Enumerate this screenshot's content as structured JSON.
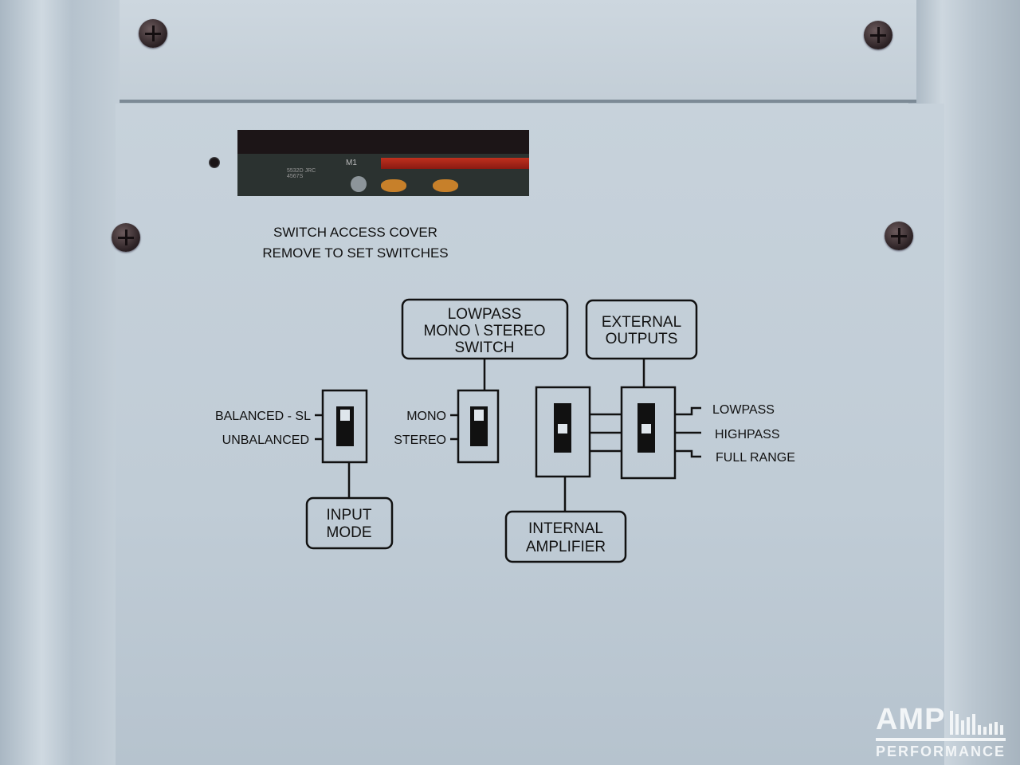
{
  "cover": {
    "line1": "SWITCH ACCESS COVER",
    "line2": "REMOVE TO SET SWITCHES",
    "pcb_labels": [
      "M1",
      "5532D JRC 4567S"
    ]
  },
  "diagram": {
    "lowpass_box": [
      "LOWPASS",
      "MONO \\ STEREO",
      "SWITCH"
    ],
    "external_box": [
      "EXTERNAL",
      "OUTPUTS"
    ],
    "input_box": [
      "INPUT",
      "MODE"
    ],
    "internal_box": [
      "INTERNAL",
      "AMPLIFIER"
    ],
    "input_options": [
      "BALANCED - SL",
      "UNBALANCED"
    ],
    "lowpass_options": [
      "MONO",
      "STEREO"
    ],
    "external_options": [
      "LOWPASS",
      "HIGHPASS",
      "FULL RANGE"
    ]
  },
  "logo": {
    "brand": "AMP",
    "sub": "PERFORMANCE"
  }
}
